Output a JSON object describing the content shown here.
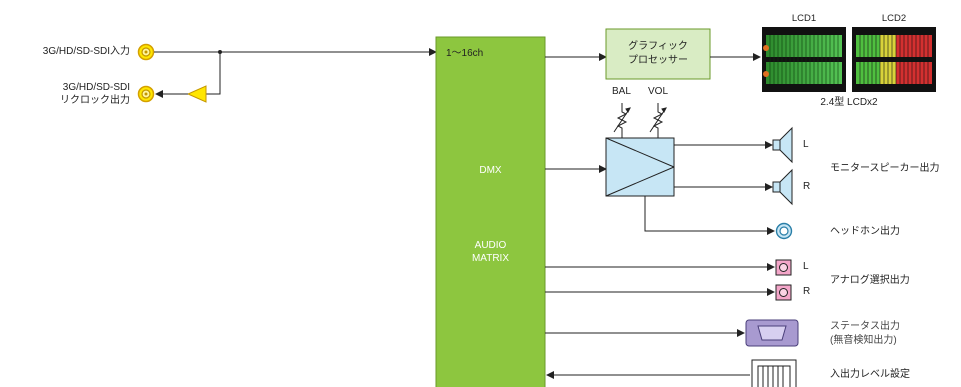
{
  "input": {
    "sdi_in_label": "3G/HD/SD-SDI入力",
    "reclock_line1": "3G/HD/SD-SDI",
    "reclock_line2": "リクロック出力"
  },
  "main_block": {
    "channels": "1〜16ch",
    "dmx": "DMX",
    "audio1": "AUDIO",
    "audio2": "MATRIX"
  },
  "processor": {
    "line1": "グラフィック",
    "line2": "プロセッサー"
  },
  "lcd": {
    "lcd1": "LCD1",
    "lcd2": "LCD2",
    "caption": "2.4型 LCDx2"
  },
  "controls": {
    "bal": "BAL",
    "vol": "VOL"
  },
  "outputs": {
    "speaker_l": "L",
    "speaker_r": "R",
    "speaker_label": "モニタースピーカー出力",
    "headphone_label": "ヘッドホン出力",
    "analog_l": "L",
    "analog_r": "R",
    "analog_label": "アナログ選択出力",
    "status_line1": "ステータス出力",
    "status_line2": "(無音検知出力)",
    "level_label": "入出力レベル設定"
  },
  "colors": {
    "matrix_green": "#8dc63f",
    "processor_green": "#d9ecc4",
    "amp_blue": "#c7e6f5",
    "connector_yellow": "#ffe600",
    "analog_pink": "#f4a6c9",
    "status_purple": "#a89ad0"
  }
}
